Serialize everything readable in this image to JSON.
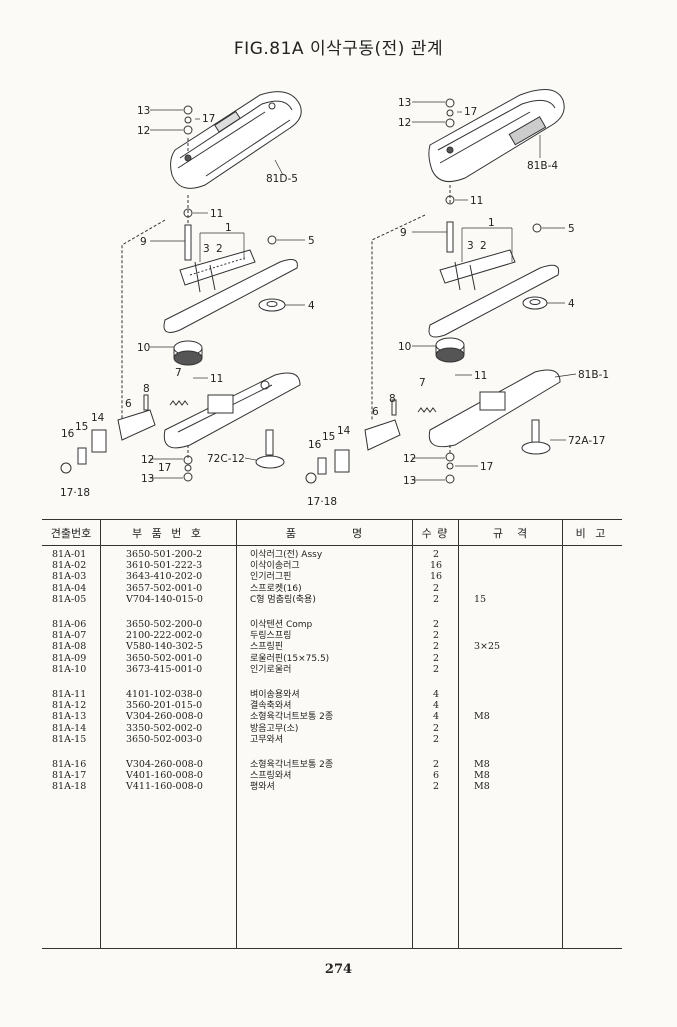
{
  "title": "FIG.81A 이삭구동(전) 관계",
  "callouts": {
    "left": {
      "c13": "13",
      "c17a": "17",
      "c12": "12",
      "c81d5": "81D-5",
      "c11a": "11",
      "c9": "9",
      "c1": "1",
      "c3": "3",
      "c2": "2",
      "c5": "5",
      "c4": "4",
      "c10": "10",
      "c7": "7",
      "c11b": "11",
      "c8": "8",
      "c6": "6",
      "c14": "14",
      "c15": "15",
      "c16": "16",
      "c1718": "17·18",
      "c12b": "12",
      "c72c": "72C-12",
      "c17b": "17",
      "c13b": "13"
    },
    "right": {
      "c13": "13",
      "c17a": "17",
      "c12": "12",
      "c81b4": "81B-4",
      "c11a": "11",
      "c9": "9",
      "c1": "1",
      "c3": "3",
      "c2": "2",
      "c5": "5",
      "c4": "4",
      "c10": "10",
      "c7": "7",
      "c11b": "11",
      "c81b1": "81B-1",
      "c8": "8",
      "c6": "6",
      "c14": "14",
      "c15": "15",
      "c16": "16",
      "c1718": "17·18",
      "c72a": "72A-17",
      "c12b": "12",
      "c17b": "17",
      "c13b": "13"
    }
  },
  "table": {
    "headers": [
      "견출번호",
      "부 품 번 호",
      "품                명",
      "수 량",
      "규    격",
      "비 고"
    ],
    "rows": [
      {
        "no": "81A-01",
        "part": "3650-501-200-2",
        "name": "이삭러그(전) Assy",
        "qty": "2",
        "spec": ""
      },
      {
        "no": "81A-02",
        "part": "3610-501-222-3",
        "name": "이삭이송러그",
        "qty": "16",
        "spec": ""
      },
      {
        "no": "81A-03",
        "part": "3643-410-202-0",
        "name": "인기러그핀",
        "qty": "16",
        "spec": ""
      },
      {
        "no": "81A-04",
        "part": "3657-502-001-0",
        "name": "스프로켓(16)",
        "qty": "2",
        "spec": ""
      },
      {
        "no": "81A-05",
        "part": "V704-140-015-0",
        "name": "C형 멈춤링(축용)",
        "qty": "2",
        "spec": "15"
      },
      {
        "no": "81A-06",
        "part": "3650-502-200-0",
        "name": "이삭텐션 Comp",
        "qty": "2",
        "spec": ""
      },
      {
        "no": "81A-07",
        "part": "2100-222-002-0",
        "name": "두링스프링",
        "qty": "2",
        "spec": ""
      },
      {
        "no": "81A-08",
        "part": "V580-140-302-5",
        "name": "스프링핀",
        "qty": "2",
        "spec": "3×25"
      },
      {
        "no": "81A-09",
        "part": "3650-502-001-0",
        "name": "로울러핀(15×75.5)",
        "qty": "2",
        "spec": ""
      },
      {
        "no": "81A-10",
        "part": "3673-415-001-0",
        "name": "인기로울러",
        "qty": "2",
        "spec": ""
      },
      {
        "no": "81A-11",
        "part": "4101-102-038-0",
        "name": "벼이송용와셔",
        "qty": "4",
        "spec": ""
      },
      {
        "no": "81A-12",
        "part": "3560-201-015-0",
        "name": "결속축와셔",
        "qty": "4",
        "spec": ""
      },
      {
        "no": "81A-13",
        "part": "V304-260-008-0",
        "name": "소형육각너트보통 2종",
        "qty": "4",
        "spec": "M8"
      },
      {
        "no": "81A-14",
        "part": "3350-502-002-0",
        "name": "방음고무(소)",
        "qty": "2",
        "spec": ""
      },
      {
        "no": "81A-15",
        "part": "3650-502-003-0",
        "name": "고무와셔",
        "qty": "2",
        "spec": ""
      },
      {
        "no": "81A-16",
        "part": "V304-260-008-0",
        "name": "소형육각너트보통 2종",
        "qty": "2",
        "spec": "M8"
      },
      {
        "no": "81A-17",
        "part": "V401-160-008-0",
        "name": "스프링와셔",
        "qty": "6",
        "spec": "M8"
      },
      {
        "no": "81A-18",
        "part": "V411-160-008-0",
        "name": "평와셔",
        "qty": "2",
        "spec": "M8"
      }
    ]
  },
  "page_number": "274"
}
